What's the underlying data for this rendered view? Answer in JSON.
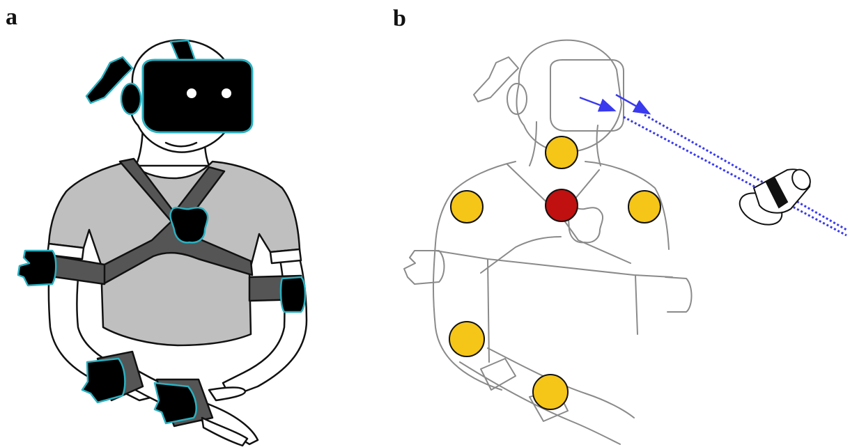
{
  "panels": {
    "a": {
      "label": "a"
    },
    "b": {
      "label": "b"
    }
  },
  "colors": {
    "outline": "#111111",
    "shirt": "#bfbfbf",
    "strap": "#555555",
    "tracker": "#000000",
    "tracker_edge": "#2ab0c0",
    "faded_outline": "#8a8a8a",
    "marker_yellow": "#f5c518",
    "marker_red": "#c01010",
    "ray": "#3a3aee"
  },
  "icons": {
    "panel_a": "vr-user-with-body-trackers",
    "panel_b": "vr-user-with-markers-and-tracking-camera"
  }
}
